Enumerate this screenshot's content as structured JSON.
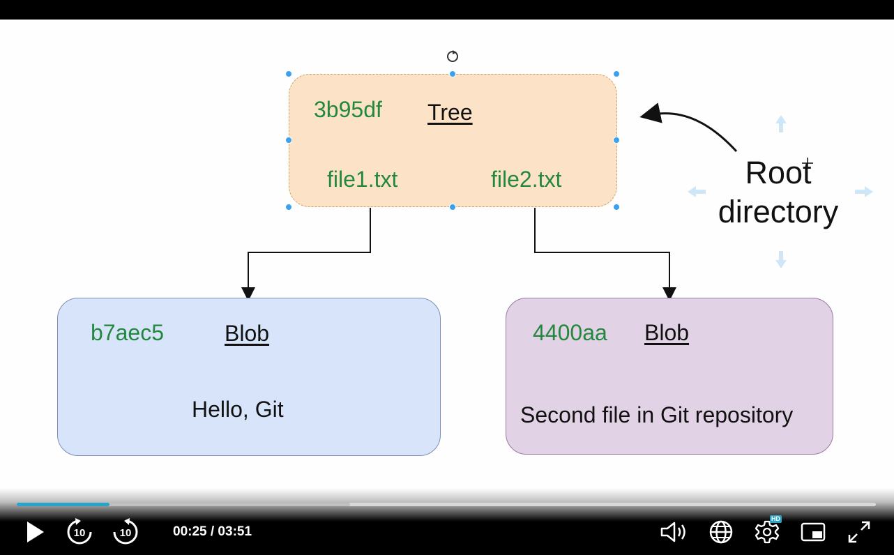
{
  "diagram": {
    "tree": {
      "hash": "3b95df",
      "kind": "Tree",
      "files": [
        "file1.txt",
        "file2.txt"
      ]
    },
    "blob1": {
      "hash": "b7aec5",
      "kind": "Blob",
      "content": "Hello, Git"
    },
    "blob2": {
      "hash": "4400aa",
      "kind": "Blob",
      "content": "Second file in Git repository"
    },
    "root_label": {
      "line1": "Root",
      "line2": "directory"
    }
  },
  "player": {
    "time_display": "00:25 / 03:51",
    "progress_fraction": 0.108,
    "buffered_fraction": 0.388,
    "hd_badge": "HD",
    "skip_back_label": "10",
    "skip_forward_label": "10",
    "icons": [
      "play-icon",
      "rewind-10-icon",
      "forward-10-icon",
      "volume-icon",
      "language-globe-icon",
      "settings-gear-icon",
      "picture-in-picture-icon",
      "fullscreen-icon"
    ],
    "accent_color": "#2aa3c9"
  }
}
